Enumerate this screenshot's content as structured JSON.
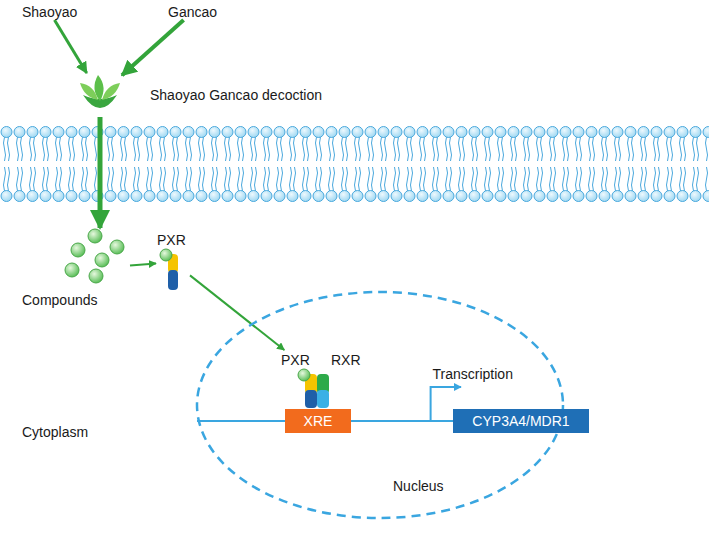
{
  "diagram": {
    "nodes": [
      {
        "text": [
          "Shaoyao"
        ]
      },
      {
        "text": [
          "Gancao"
        ]
      },
      {
        "text": [
          "Shaoyao Gancao decoction"
        ]
      },
      {
        "text": [
          "Compounds"
        ]
      },
      {
        "text": [
          "PXR"
        ]
      },
      {
        "text": [
          "Nucleus"
        ]
      },
      {
        "text": [
          "PXR",
          "RXR"
        ],
        "in": 5
      },
      {
        "text": [
          "XRE"
        ],
        "in": 5
      },
      {
        "text": [
          "CYP3A4/MDR1"
        ],
        "in": 5
      }
    ],
    "edges": [
      {
        "from": 0,
        "to": 2,
        "arrow": "to"
      },
      {
        "from": 1,
        "to": 2,
        "arrow": "to"
      },
      {
        "from": 2,
        "to": 3,
        "arrow": "to"
      },
      {
        "from": 3,
        "to": 4,
        "arrow": "to"
      },
      {
        "from": 4,
        "to": 6,
        "arrow": "to"
      },
      {
        "from": 7,
        "to": 8,
        "label": "Transcription",
        "arrow": "to"
      }
    ],
    "labels": [
      "Cytoplasm"
    ]
  }
}
